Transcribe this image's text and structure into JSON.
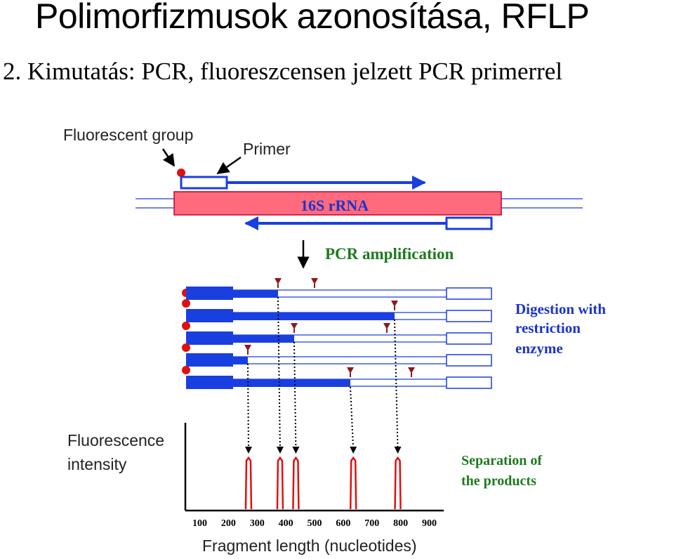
{
  "slide": {
    "title": "Polimorfizmusok azonosítása, RFLP",
    "subtitle": "2. Kimutatás: PCR, fluoreszcensen jelzett PCR primerrel"
  },
  "diagram": {
    "fluorescent_group_label": "Fluorescent group",
    "primer_label": "Primer",
    "gene_label": "16S rRNA",
    "amplification_label": "PCR amplification",
    "digestion_label": [
      "Digestion with",
      "restriction",
      "enzyme"
    ],
    "y_axis_label": [
      "Fluorescence",
      "intensity"
    ],
    "separation_label": [
      "Separation of",
      "the products"
    ],
    "x_axis_label": "Fragment length (nucleotides)",
    "colors": {
      "blue": "#1a3fe0",
      "label_blue": "#1a33cc",
      "green": "#1f7a1f",
      "red": "#e01010",
      "cut_site": "#8b1a1a",
      "gene_fill": "#ff6a7d"
    }
  },
  "chart_data": {
    "type": "bar",
    "xlabel": "Fragment length (nucleotides)",
    "ylabel": "Fluorescence intensity",
    "x_ticks": [
      "100",
      "200",
      "300",
      "400",
      "500",
      "600",
      "700",
      "800",
      "900"
    ],
    "xlim": [
      50,
      950
    ],
    "peaks_x": [
      270,
      380,
      435,
      635,
      790
    ]
  }
}
